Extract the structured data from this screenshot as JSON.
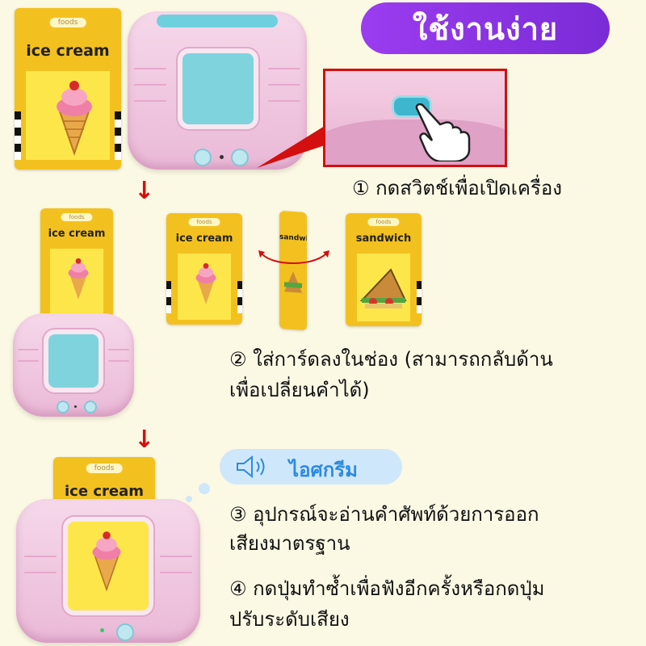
{
  "header": {
    "title": "ใช้งานง่าย"
  },
  "cards": {
    "category": "foods",
    "ice_cream": "ice cream",
    "sandwich": "sandwich"
  },
  "steps": {
    "step1": "① กดสวิตช์เพื่อเปิดเครื่อง",
    "step2_line1": "② ใส่การ์ดลงในช่อง (สามารถกลับด้าน",
    "step2_line2": "เพื่อเปลี่ยนคำได้)",
    "step3_line1": "③ อุปกรณ์จะอ่านคำศัพท์ด้วยการออก",
    "step3_line2": "เสียงมาตรฐาน",
    "step4_line1": "④ กดปุ่มทำซ้ำเพื่อฟังอีกครั้งหรือกดปุ่ม",
    "step4_line2": "ปรับระดับเสียง"
  },
  "speech": {
    "word": "ไอศกรีม"
  },
  "colors": {
    "accent": "#8a34e6",
    "arrow": "#d40f0f",
    "card": "#f3c11f",
    "device": "#f2c6df",
    "screen": "#7fd3dd"
  },
  "icons": [
    "down-arrow-icon",
    "pointing-hand-icon",
    "speaker-icon",
    "rotate-arrows-icon",
    "ice-cream-icon",
    "sandwich-icon"
  ]
}
